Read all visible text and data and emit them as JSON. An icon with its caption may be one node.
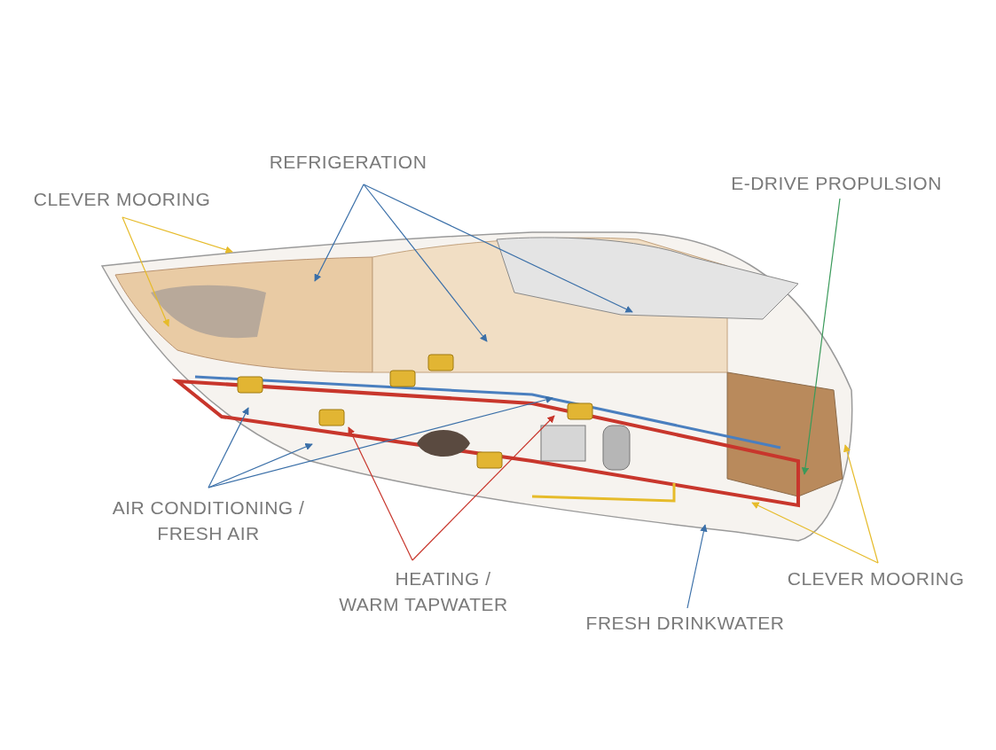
{
  "diagram": {
    "nodes": [
      {
        "text": [
          "CLEVER MOORING"
        ]
      },
      {
        "text": [
          "REFRIGERATION"
        ]
      },
      {
        "text": [
          "E-DRIVE PROPULSION"
        ]
      },
      {
        "text": [
          "AIR CONDITIONING / FRESH AIR"
        ]
      },
      {
        "text": [
          "HEATING / WARM TAPWATER"
        ]
      },
      {
        "text": [
          "FRESH DRINKWATER"
        ]
      },
      {
        "text": [
          "CLEVER MOORING"
        ]
      }
    ],
    "edges": [
      {
        "from": 0,
        "to": null,
        "arrow": "to",
        "color": "#e6bb2a"
      },
      {
        "from": 0,
        "to": null,
        "arrow": "to",
        "color": "#e6bb2a"
      },
      {
        "from": 1,
        "to": null,
        "arrow": "to"
      },
      {
        "from": 1,
        "to": null,
        "arrow": "to"
      },
      {
        "from": 1,
        "to": null,
        "arrow": "to"
      },
      {
        "from": 2,
        "to": null,
        "arrow": "to",
        "color": "#3a9a5a"
      },
      {
        "from": 3,
        "to": null,
        "arrow": "to"
      },
      {
        "from": 3,
        "to": null,
        "arrow": "to"
      },
      {
        "from": 3,
        "to": null,
        "arrow": "to"
      },
      {
        "from": 4,
        "to": null,
        "arrow": "to",
        "color": "#c8362c"
      },
      {
        "from": 4,
        "to": null,
        "arrow": "to",
        "color": "#c8362c"
      },
      {
        "from": 5,
        "to": null,
        "arrow": "to"
      },
      {
        "from": 6,
        "to": null,
        "arrow": "to",
        "color": "#e6bb2a"
      },
      {
        "from": 6,
        "to": null,
        "arrow": "to",
        "color": "#e6bb2a"
      }
    ]
  }
}
